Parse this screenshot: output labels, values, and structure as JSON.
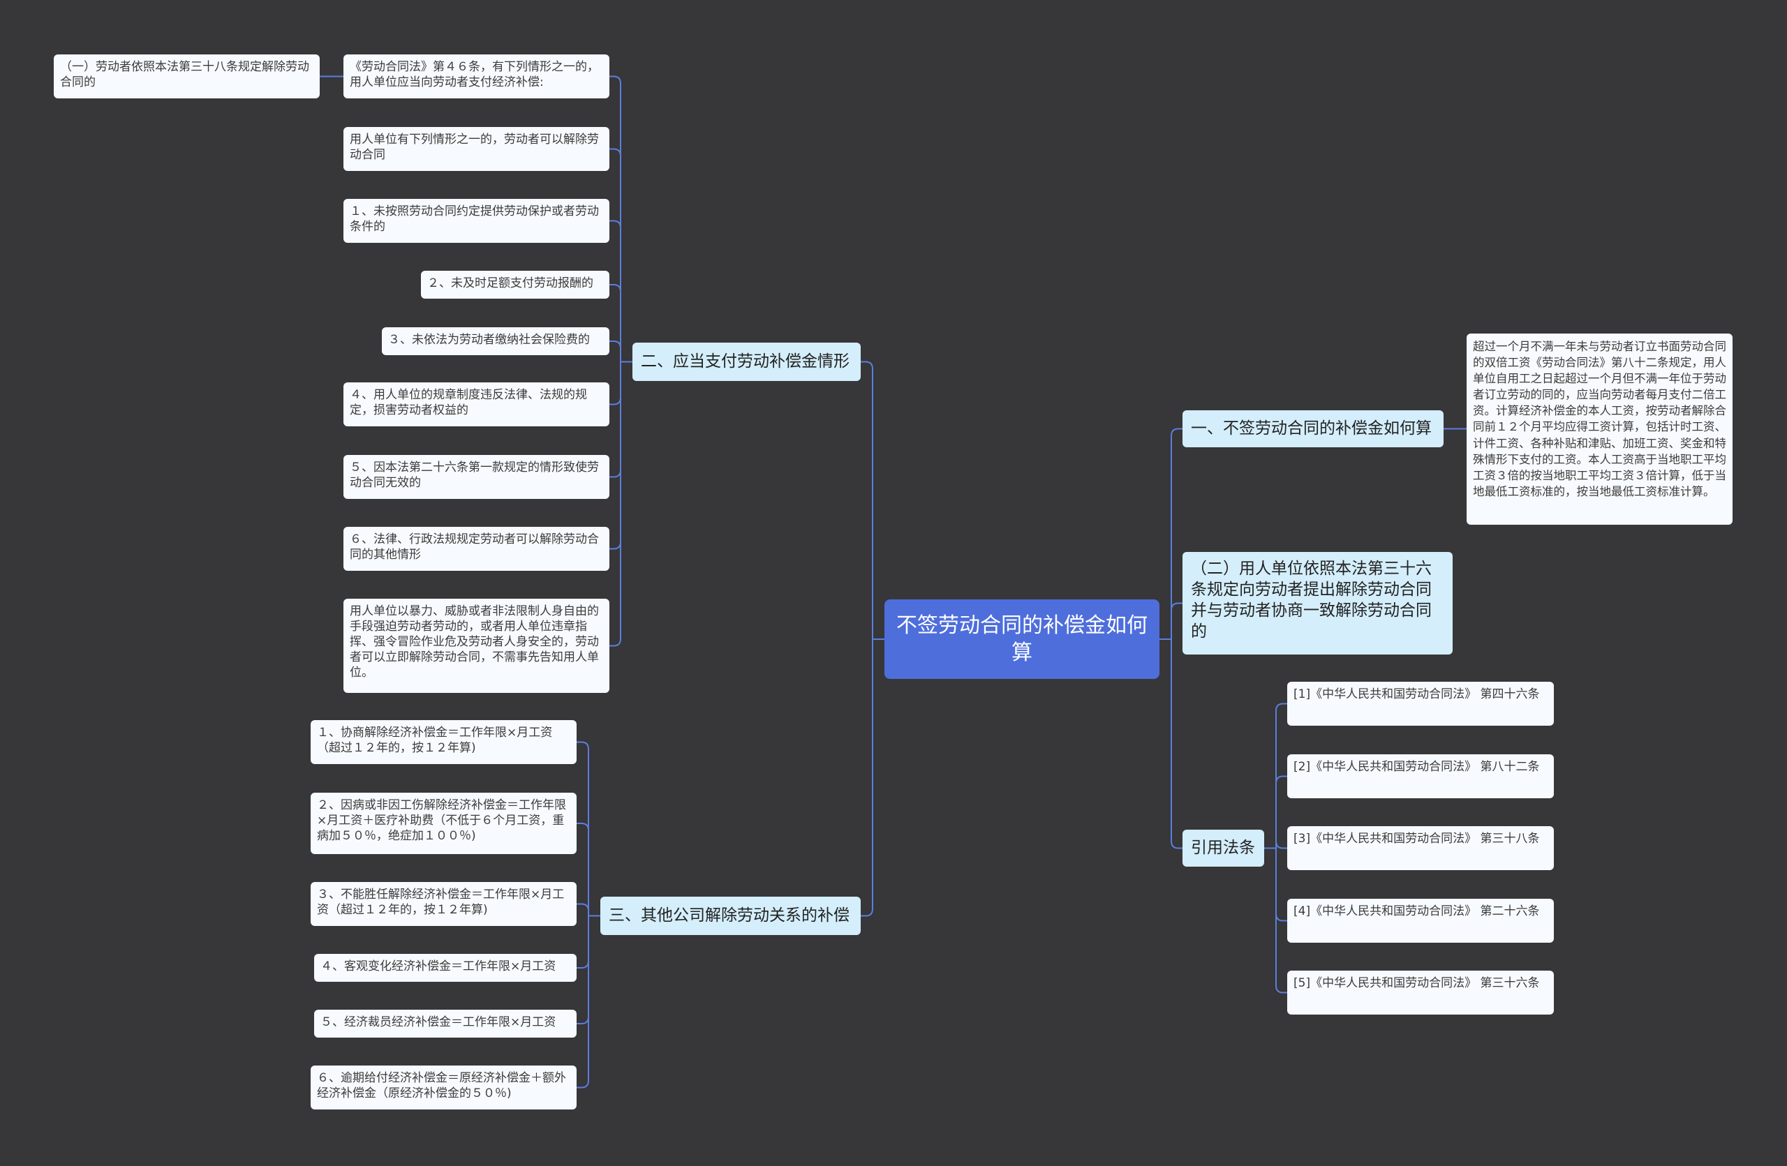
{
  "root": {
    "text": "不签劳动合同的补偿金如何算"
  },
  "left": {
    "branch2": {
      "label": "二、应当支付劳动补偿金情形",
      "items": [
        "《劳动合同法》第４６条，有下列情形之一的，用人单位应当向劳动者支付经济补偿:",
        "用人单位有下列情形之一的，劳动者可以解除劳动合同",
        "１、未按照劳动合同约定提供劳动保护或者劳动条件的",
        "２、未及时足额支付劳动报酬的",
        "３、未依法为劳动者缴纳社会保险费的",
        "４、用人单位的规章制度违反法律、法规的规定，损害劳动者权益的",
        "５、因本法第二十六条第一款规定的情形致使劳动合同无效的",
        "６、法律、行政法规规定劳动者可以解除劳动合同的其他情形",
        "用人单位以暴力、威胁或者非法限制人身自由的手段强迫劳动者劳动的，或者用人单位违章指挥、强令冒险作业危及劳动者人身安全的，劳动者可以立即解除劳动合同，不需事先告知用人单位。"
      ],
      "sub": "（一）劳动者依照本法第三十八条规定解除劳动合同的"
    },
    "branch3": {
      "label": "三、其他公司解除劳动关系的补偿",
      "items": [
        "１、协商解除经济补偿金＝工作年限×月工资（超过１２年的，按１２年算)",
        "２、因病或非因工伤解除经济补偿金＝工作年限×月工资＋医疗补助费（不低于６个月工资，重病加５０％，绝症加１００％)",
        "３、不能胜任解除经济补偿金＝工作年限×月工资（超过１２年的，按１２年算)",
        "４、客观变化经济补偿金＝工作年限×月工资",
        "５、经济裁员经济补偿金＝工作年限×月工资",
        "６、逾期给付经济补偿金＝原经济补偿金＋额外经济补偿金（原经济补偿金的５０％)"
      ]
    }
  },
  "right": {
    "branch1": {
      "label": "一、不签劳动合同的补偿金如何算",
      "detail": "超过一个月不满一年未与劳动者订立书面劳动合同的双倍工资《劳动合同法》第八十二条规定，用人单位自用工之日起超过一个月但不满一年位于劳动者订立劳动的同的，应当向劳动者每月支付二倍工资。计算经济补偿金的本人工资，按劳动者解除合同前１２个月平均应得工资计算，包括计时工资、计件工资、各种补贴和津贴、加班工资、奖金和特殊情形下支付的工资。本人工资高于当地职工平均工资３倍的按当地职工平均工资３倍计算，低于当地最低工资标准的，按当地最低工资标准计算。"
    },
    "branchB": {
      "label": "（二）用人单位依照本法第三十六条规定向劳动者提出解除劳动合同并与劳动者协商一致解除劳动合同的"
    },
    "refs": {
      "label": "引用法条",
      "items": [
        "[1]《中华人民共和国劳动合同法》 第四十六条",
        "[2]《中华人民共和国劳动合同法》 第八十二条",
        "[3]《中华人民共和国劳动合同法》 第三十八条",
        "[4]《中华人民共和国劳动合同法》 第二十六条",
        "[5]《中华人民共和国劳动合同法》 第三十六条"
      ]
    }
  },
  "colors": {
    "background": "#373638",
    "connector": "#5b7fe0",
    "root": "#4e6edb",
    "branch": "#d4eefb",
    "leaf": "#f7fafe"
  }
}
